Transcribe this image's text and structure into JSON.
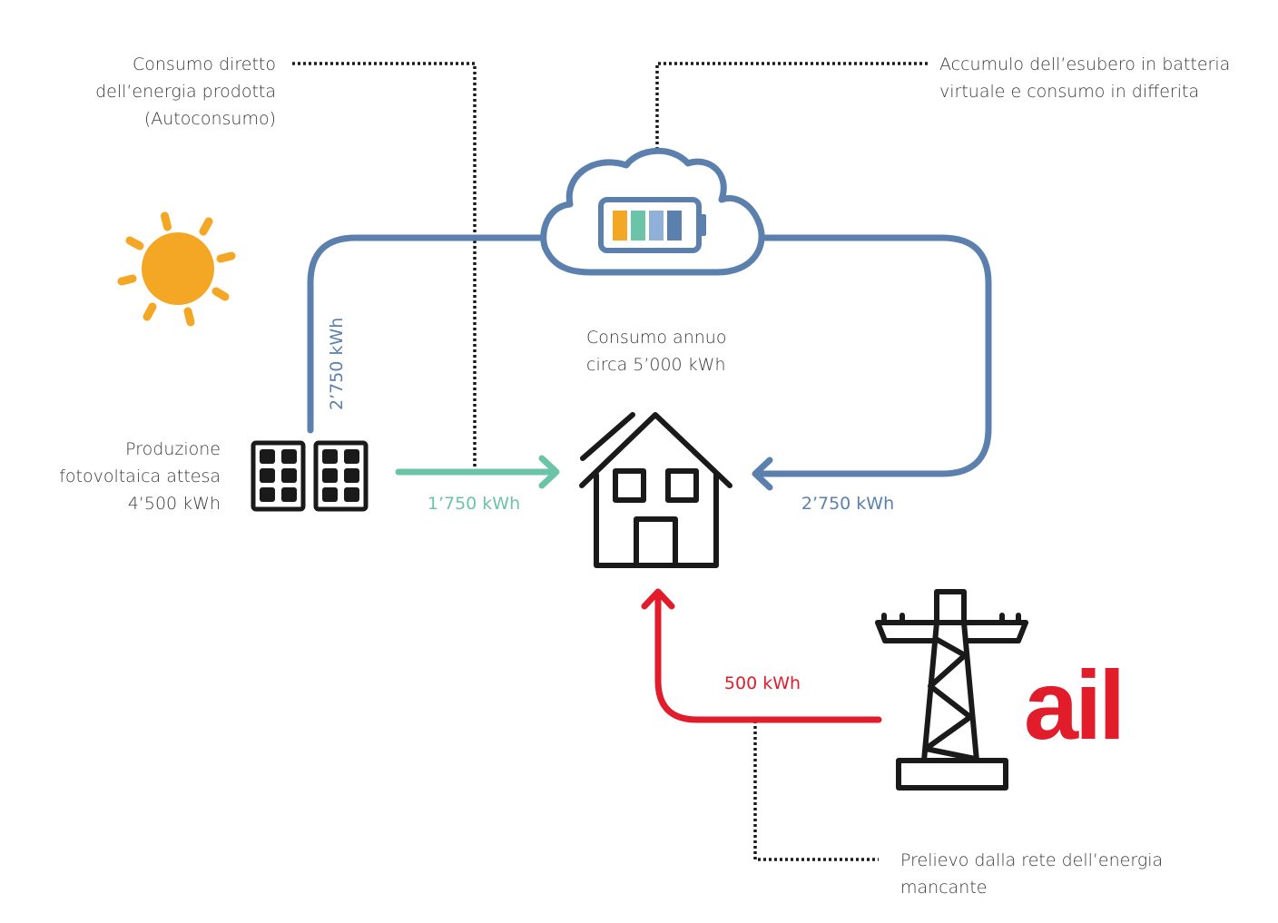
{
  "labels": {
    "autoconsumo": [
      "Consumo diretto",
      "dell’energia prodotta",
      "(Autoconsumo)"
    ],
    "accumulo": [
      "Accumulo dell’esubero in batteria",
      "virtuale e consumo in differita"
    ],
    "consumo_annuo": [
      "Consumo annuo",
      "circa 5’000 kWh"
    ],
    "produzione": [
      "Produzione",
      "fotovoltaica attesa",
      "4’500 kWh"
    ],
    "prelievo": [
      "Prelievo dalla rete dell’energia",
      "mancante"
    ]
  },
  "flows": {
    "to_cloud": "2’750 kWh",
    "direct": "1’750 kWh",
    "from_cloud": "2’750 kWh",
    "from_grid": "500 kWh"
  },
  "logo": "ail",
  "icons": {
    "sun": "sun-icon",
    "solar_panels": "solar-panel-icon",
    "cloud_battery": "cloud-battery-icon",
    "house": "house-icon",
    "pylon": "power-pylon-icon"
  },
  "colors": {
    "blue": "#5b80ae",
    "teal": "#6cc4a8",
    "red": "#e11d2c",
    "sun": "#f4a724",
    "dark": "#1a1a1a",
    "battery_cells": [
      "#f4a724",
      "#6cc4a8",
      "#8fb0d8",
      "#5b80ae"
    ]
  }
}
